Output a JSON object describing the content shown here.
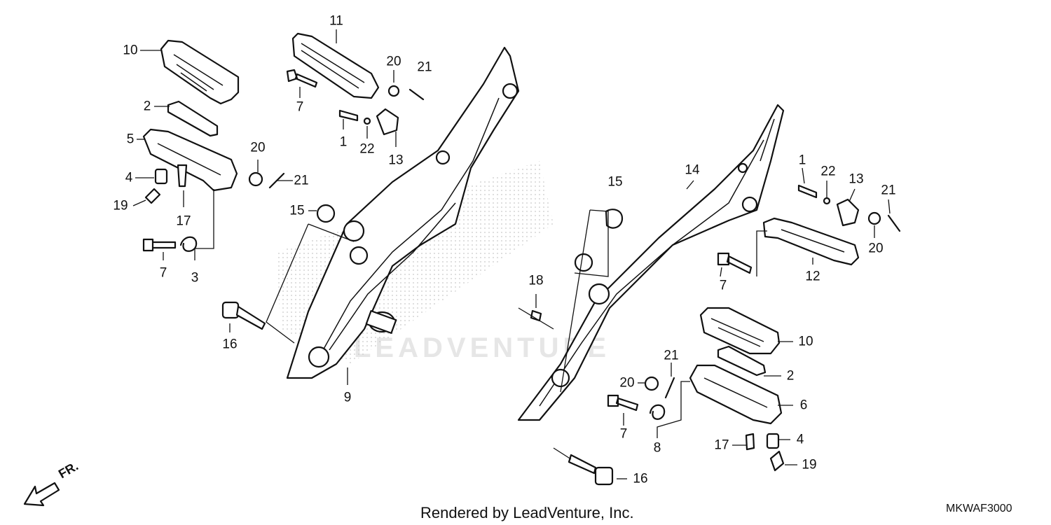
{
  "diagram": {
    "credit": "Rendered by LeadVenture, Inc.",
    "code": "MKWAF3000",
    "direction_label": "FR.",
    "watermark": "LEADVENTURE"
  },
  "callouts": {
    "c1a": "1",
    "c1b": "1",
    "c2a": "2",
    "c2b": "2",
    "c3": "3",
    "c4a": "4",
    "c4b": "4",
    "c5": "5",
    "c6": "6",
    "c7a": "7",
    "c7b": "7",
    "c7c": "7",
    "c7d": "7",
    "c8": "8",
    "c9": "9",
    "c10a": "10",
    "c10b": "10",
    "c11": "11",
    "c12": "12",
    "c13a": "13",
    "c13b": "13",
    "c14": "14",
    "c15a": "15",
    "c15b": "15",
    "c16a": "16",
    "c16b": "16",
    "c17a": "17",
    "c17b": "17",
    "c18": "18",
    "c19a": "19",
    "c19b": "19",
    "c20a": "20",
    "c20b": "20",
    "c20c": "20",
    "c20d": "20",
    "c21a": "21",
    "c21b": "21",
    "c21c": "21",
    "c21d": "21",
    "c22a": "22",
    "c22b": "22"
  },
  "colors": {
    "line": "#111111",
    "background": "#ffffff",
    "watermark": "#e6e6e6"
  }
}
